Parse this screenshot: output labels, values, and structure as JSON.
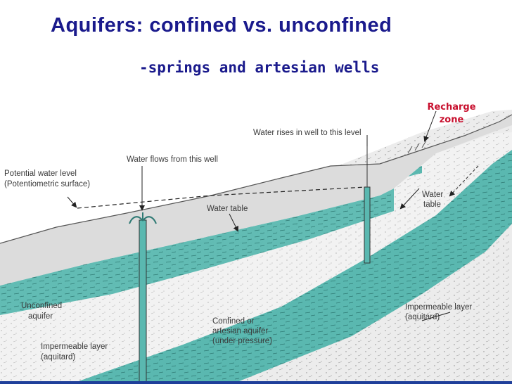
{
  "title": "Aquifers: confined vs. unconfined",
  "subtitle": "-springs and artesian wells",
  "labels": {
    "recharge_zone_1": "Recharge",
    "recharge_zone_2": "zone",
    "water_rises": "Water rises in well to this level",
    "water_flows": "Water flows from this well",
    "potential_level_1": "Potential water level",
    "potential_level_2": "(Potentiometric surface)",
    "water_table": "Water table",
    "water_table_right_1": "Water",
    "water_table_right_2": "table",
    "unconfined_1": "Unconfined",
    "unconfined_2": "aquifer",
    "confined_1": "Confined or",
    "confined_2": "artesian aquifer",
    "confined_3": "(under pressure)",
    "impermeable_right_1": "Impermeable layer",
    "impermeable_right_2": "(aquitard)",
    "impermeable_left_1": "Impermeable layer",
    "impermeable_left_2": "(aquitard)"
  },
  "colors": {
    "title": "#1a1a8c",
    "water": "#5ab8b0",
    "aquitard": "#e6e6e6",
    "rock": "#eeeeee",
    "recharge_label": "#c8102e"
  }
}
